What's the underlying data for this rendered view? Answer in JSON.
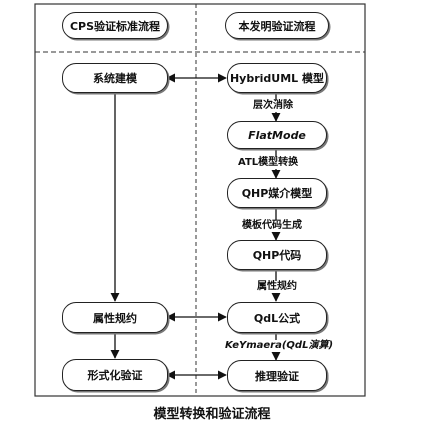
{
  "diagram": {
    "headers": {
      "left": "CPS验证标准流程",
      "right": "本发明验证流程"
    },
    "nodes": {
      "system_modeling": "系统建模",
      "hybriduml_model": "HybridUML 模型",
      "flatmode": "FlatMode",
      "qhp_medium_model": "QHP媒介模型",
      "qhp_code": "QHP代码",
      "property_spec_left": "属性规约",
      "qdl_formula": "QdL公式",
      "formal_verification": "形式化验证",
      "reasoning_verification": "推理验证"
    },
    "edge_labels": {
      "hierarchy_elimination": "层次消除",
      "atl_transformation": "ATL模型转换",
      "template_codegen": "模板代码生成",
      "property_spec": "属性规约",
      "keymaera": "KeYmaera(QdL演算)"
    },
    "caption": "模型转换和验证流程"
  }
}
